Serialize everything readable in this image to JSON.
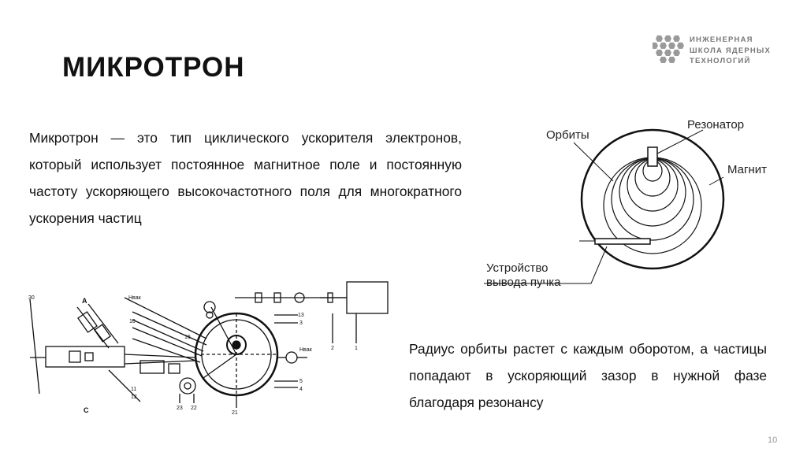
{
  "slide": {
    "title": "МИКРОТРОН",
    "page_number": "10"
  },
  "logo": {
    "lines": [
      "ИНЖЕНЕРНАЯ",
      "ШКОЛА ЯДЕРНЫХ",
      "ТЕХНОЛОГИЙ"
    ]
  },
  "body": {
    "definition": "Микротрон — это тип циклического ускорителя электронов, который использует постоянное магнитное поле и постоянную частоту ускоряющего высокочастотного поля для многократного ускорения частиц",
    "resonance_note": "Радиус орбиты растет с каждым оборотом, а частицы попадают в ускоряющий зазор в нужной фазе благодаря резонансу"
  },
  "diagram": {
    "labels": {
      "orbits": "Орбиты",
      "resonator": "Резонатор",
      "magnet": "Магнит",
      "extractor_line1": "Устройство",
      "extractor_line2": "вывода пучка"
    }
  },
  "schematic": {
    "labels": {
      "a": "A",
      "c": "C",
      "nvac1": "Нвак",
      "nvac2": "Нвак",
      "l10": "10",
      "l11": "11",
      "l12": "12",
      "l13": "13",
      "l3": "3",
      "l5": "5",
      "l4": "4",
      "l2": "2",
      "l1": "1",
      "l30": "30",
      "l23": "23",
      "l22": "22",
      "l21": "21",
      "l16": "16"
    }
  }
}
